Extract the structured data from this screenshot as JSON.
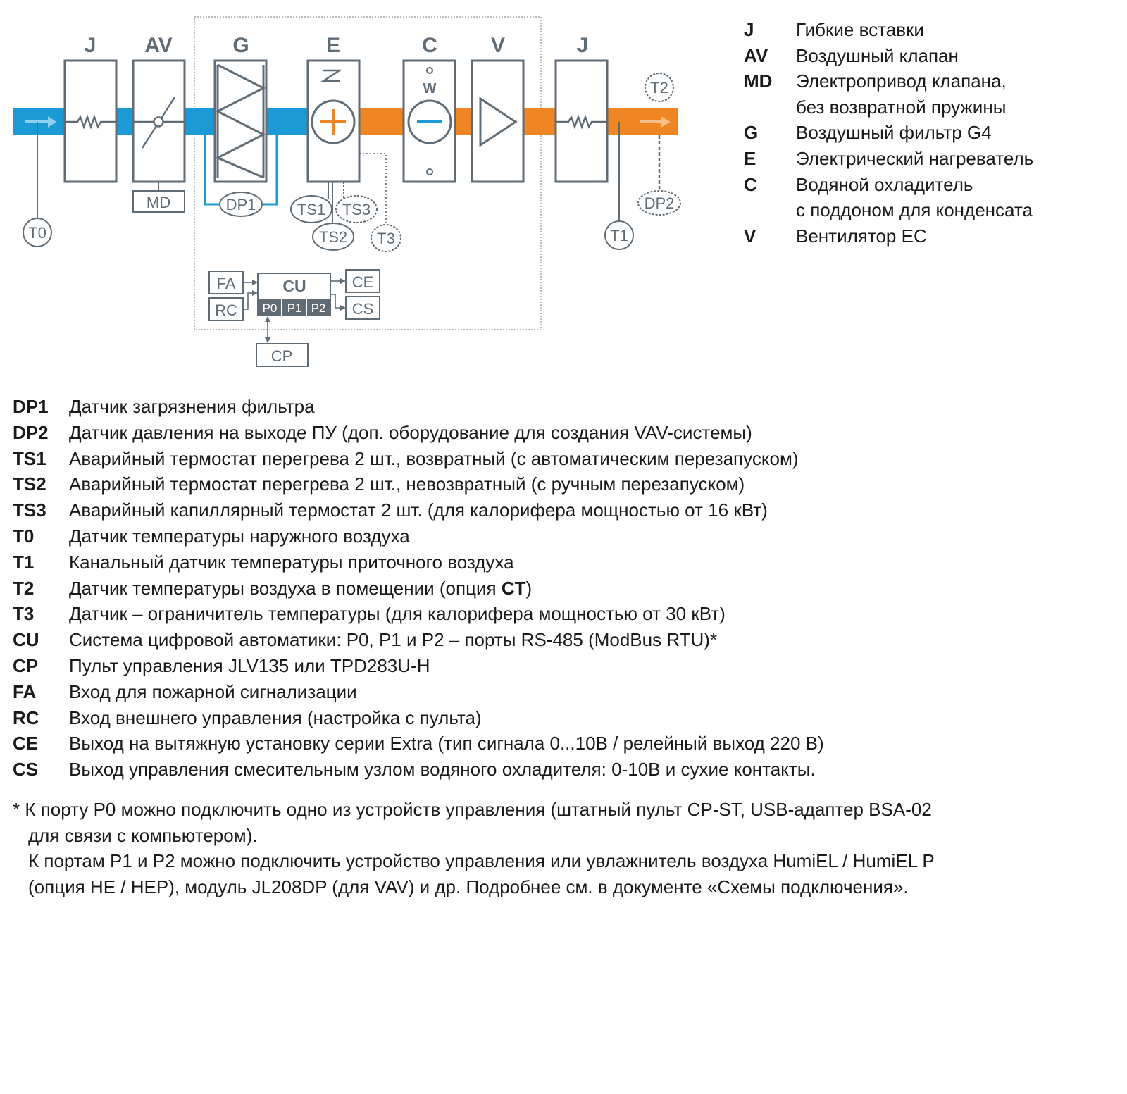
{
  "colors": {
    "cold": "#1C9AD6",
    "hot": "#F08523",
    "stroke": "#5F6B75",
    "dark_badge": "#5F6B75",
    "arrow_cold": "#8DD0F0",
    "arrow_hot": "#F7C08A"
  },
  "diagram": {
    "components": [
      {
        "code": "J",
        "symbol": "flex-icon"
      },
      {
        "code": "AV",
        "symbol": "damper-icon"
      },
      {
        "code": "G",
        "symbol": "filter-icon"
      },
      {
        "code": "E",
        "symbol": "heater-icon"
      },
      {
        "code": "C",
        "symbol": "cooler-icon"
      },
      {
        "code": "V",
        "symbol": "fan-icon"
      },
      {
        "code": "J",
        "symbol": "flex-icon"
      }
    ],
    "cooler_mark": "W",
    "labels": {
      "md": "MD",
      "dp1": "DP1",
      "dp2": "DP2",
      "ts1": "TS1",
      "ts2": "TS2",
      "ts3": "TS3",
      "t0": "T0",
      "t1": "T1",
      "t2": "T2",
      "t3": "T3",
      "fa": "FA",
      "rc": "RC",
      "cu": "CU",
      "ce": "CE",
      "cs": "CS",
      "cp": "CP",
      "p0": "P0",
      "p1": "P1",
      "p2": "P2"
    }
  },
  "legend_top": [
    {
      "code": "J",
      "desc": "Гибкие вставки"
    },
    {
      "code": "AV",
      "desc": "Воздушный клапан"
    },
    {
      "code": "MD",
      "desc": "Электропривод клапана,"
    },
    {
      "code": "",
      "desc": "без возвратной пружины"
    },
    {
      "code": "G",
      "desc": "Воздушный фильтр G4"
    },
    {
      "code": "E",
      "desc": "Электрический нагреватель"
    },
    {
      "code": "C",
      "desc": "Водяной охладитель"
    },
    {
      "code": "",
      "desc": "с поддоном для конденсата"
    },
    {
      "code": "V",
      "desc": "Вентилятор EC"
    }
  ],
  "legend_bottom": [
    {
      "code": "DP1",
      "desc": "Датчик загрязнения фильтра"
    },
    {
      "code": "DP2",
      "desc": "Датчик давления на выходе ПУ (доп. оборудование для создания VAV-системы)"
    },
    {
      "code": "TS1",
      "desc": "Аварийный термостат перегрева 2 шт., возвратный (с автоматическим перезапуском)"
    },
    {
      "code": "TS2",
      "desc": "Аварийный термостат перегрева 2 шт., невозвратный (с ручным перезапуском)"
    },
    {
      "code": "TS3",
      "desc": "Аварийный капиллярный термостат 2 шт. (для калорифера мощностью от 16 кВт)"
    },
    {
      "code": "T0",
      "desc": "Датчик температуры наружного воздуха"
    },
    {
      "code": "T1",
      "desc": "Канальный датчик температуры приточного воздуха"
    },
    {
      "code": "T2",
      "desc": "Датчик температуры воздуха в помещении (опция ",
      "bold": "CT",
      "tail": ")"
    },
    {
      "code": "T3",
      "desc": "Датчик – ограничитель температуры (для калорифера мощностью от 30 кВт)"
    },
    {
      "code": "CU",
      "desc": "Система цифровой автоматики: P0, P1 и P2 – порты RS-485 (ModBus RTU)*"
    },
    {
      "code": "CP",
      "desc": "Пульт управления JLV135 или TPD283U-H"
    },
    {
      "code": "FA",
      "desc": "Вход для пожарной сигнализации"
    },
    {
      "code": "RC",
      "desc": "Вход внешнего управления (настройка с пульта)"
    },
    {
      "code": "CE",
      "desc": "Выход на вытяжную установку серии Extra (тип сигнала 0...10В / релейный выход 220 В)"
    },
    {
      "code": "CS",
      "desc": "Выход управления смесительным узлом водяного охладителя: 0-10В и сухие контакты."
    }
  ],
  "footnote": [
    "* К порту P0 можно подключить одно из устройств управления (штатный пульт CP-ST, USB-адаптер BSA-02",
    "для связи с компьютером).",
    "К портам P1 и P2 можно подключить устройство управления или увлажнитель воздуха HumiEL /  HumiEL P",
    "(опция HE / HEP), модуль JL208DP (для VAV) и др. Подробнее см. в документе «Схемы подключения»."
  ]
}
